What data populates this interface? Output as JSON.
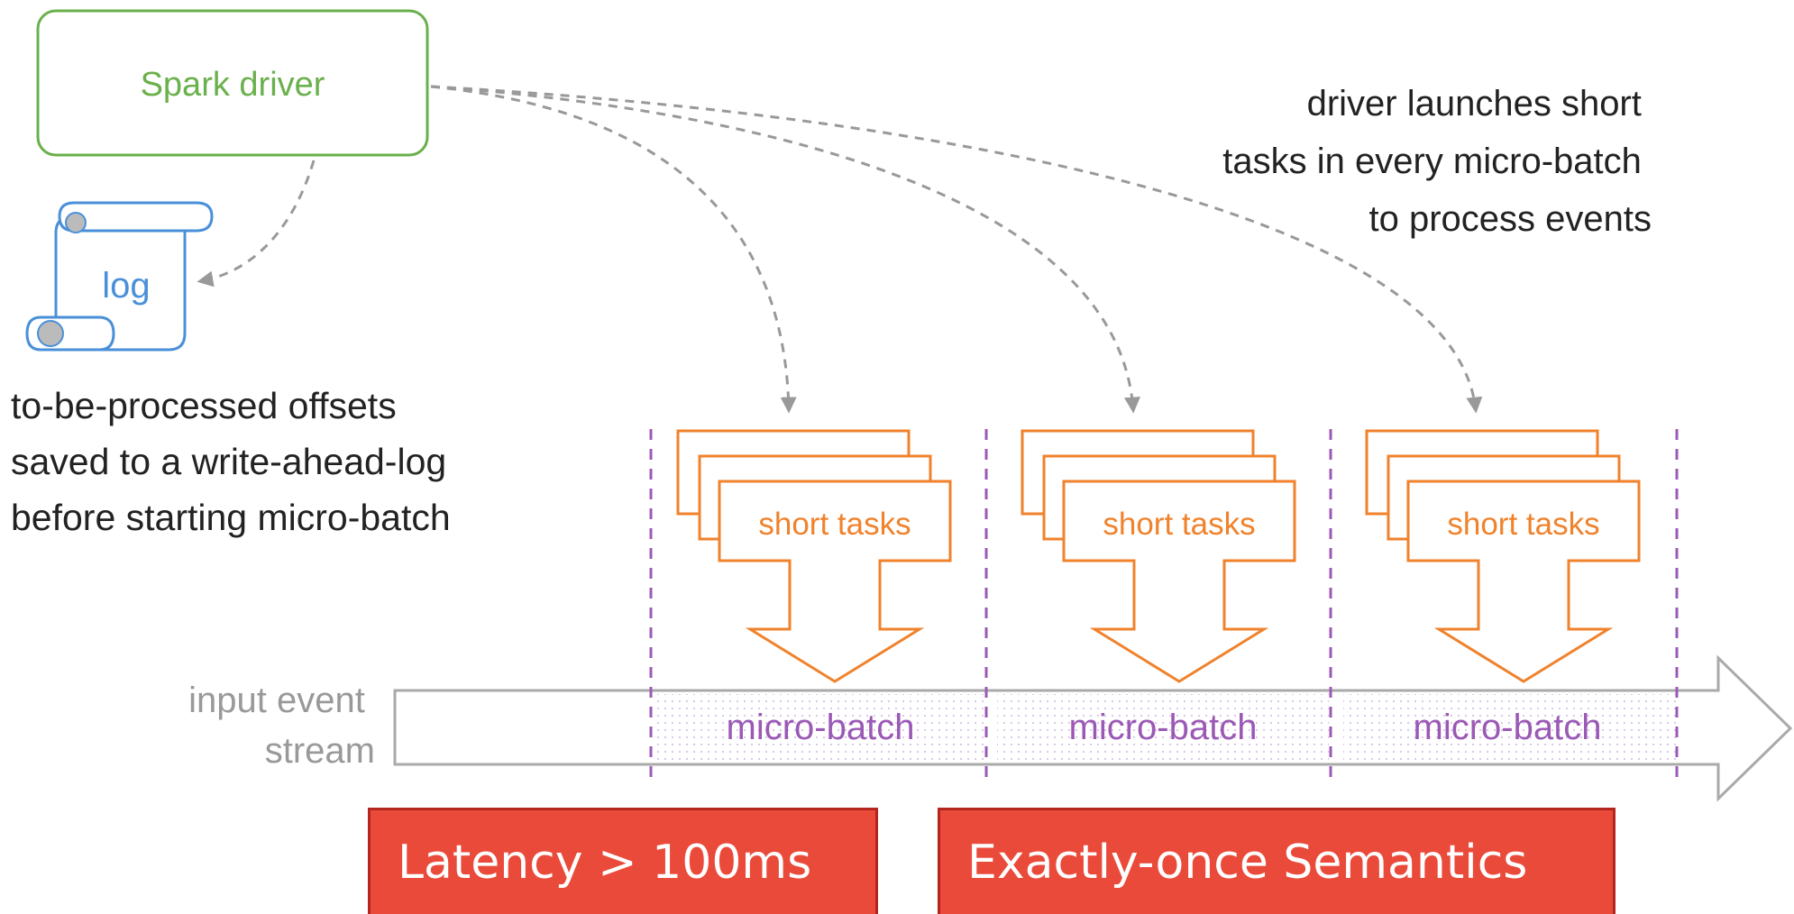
{
  "driver": {
    "label": "Spark driver",
    "color": "#6ab04c"
  },
  "log": {
    "label": "log",
    "color": "#4a90d9"
  },
  "notes": {
    "driver_note": [
      "driver launches short",
      "tasks in every micro-batch",
      "to process events"
    ],
    "log_note": [
      "to-be-processed offsets",
      "saved to a write-ahead-log",
      "before starting micro-batch"
    ]
  },
  "stream": {
    "label": [
      "input event",
      "stream"
    ],
    "color": "#aaaaaa"
  },
  "batches": [
    {
      "tasks_label": "short tasks",
      "batch_label": "micro-batch"
    },
    {
      "tasks_label": "short tasks",
      "batch_label": "micro-batch"
    },
    {
      "tasks_label": "short tasks",
      "batch_label": "micro-batch"
    }
  ],
  "colors": {
    "task": "#f0822c",
    "batch": "#9b59b6",
    "arrow": "#999999",
    "callout": "#ea4a3a"
  },
  "callouts": {
    "latency": "Latency > 100ms",
    "semantics": "Exactly-once Semantics"
  }
}
